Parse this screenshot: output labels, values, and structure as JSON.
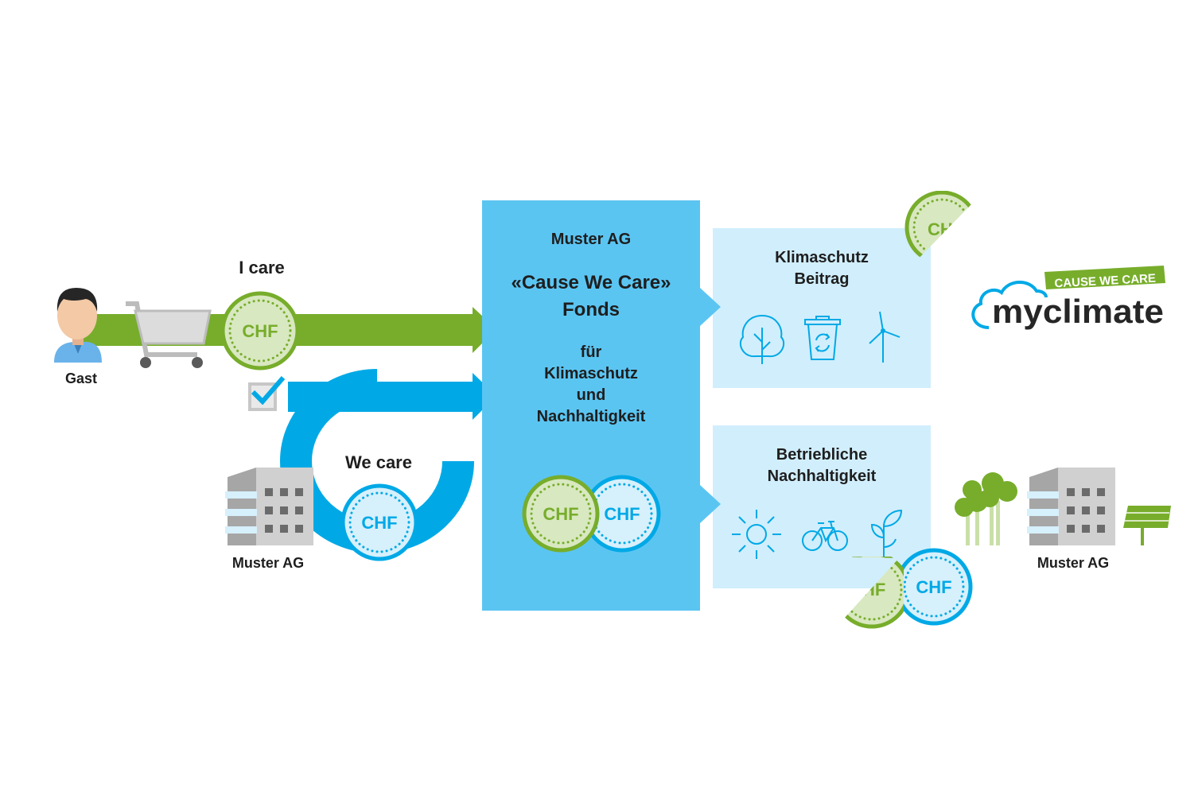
{
  "left": {
    "guest_label": "Gast",
    "i_care_label": "I care",
    "we_care_label": "We care",
    "company_label": "Muster AG"
  },
  "fund": {
    "company": "Muster AG",
    "title_line1": "«Cause We Care»",
    "title_line2": "Fonds",
    "purpose_line1": "für",
    "purpose_line2": "Klimaschutz",
    "purpose_line3": "und",
    "purpose_line4": "Nachhaltigkeit"
  },
  "panels": {
    "climate_line1": "Klimaschutz",
    "climate_line2": "Beitrag",
    "sustain_line1": "Betriebliche",
    "sustain_line2": "Nachhaltigkeit"
  },
  "right": {
    "company_label": "Muster AG"
  },
  "coins": {
    "currency": "CHF",
    "currency_partial_top": "CH",
    "currency_partial_bottom": "HF"
  },
  "logo": {
    "badge": "CAUSE WE CARE",
    "wordmark": "myclimate"
  },
  "icons": [
    "person-icon",
    "shopping-cart-icon",
    "checkbox-icon",
    "building-icon",
    "tree-icon",
    "recycle-bin-icon",
    "wind-turbine-icon",
    "sun-icon",
    "bicycle-icon",
    "plant-icon",
    "trees-icon",
    "solar-panel-icon",
    "cloud-icon"
  ],
  "colors": {
    "green": "#77ad2b",
    "green_light": "#d8e8c0",
    "blue": "#00a9e6",
    "blue_light": "#d6f0fc",
    "fund_blue": "#5bc5f2",
    "panel_blue": "#d1eefc",
    "gray": "#bcbcbc"
  }
}
